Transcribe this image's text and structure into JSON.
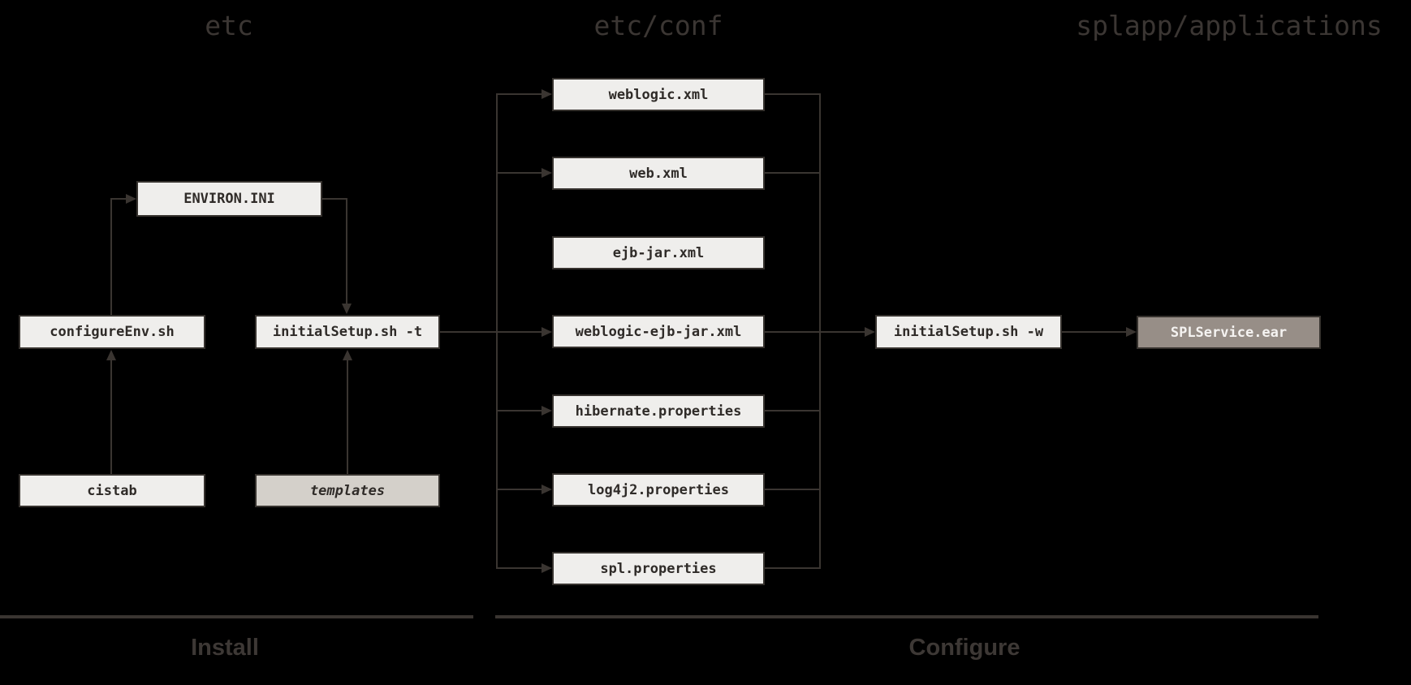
{
  "headers": {
    "etc": "etc",
    "etc_conf": "etc/conf",
    "splapp": "splapp/applications"
  },
  "nodes": {
    "environ_ini": "ENVIRON.INI",
    "configure_env": "configureEnv.sh",
    "initial_setup_t": "initialSetup.sh -t",
    "cistab": "cistab",
    "templates": "templates",
    "weblogic_xml": "weblogic.xml",
    "web_xml": "web.xml",
    "ejb_jar_xml": "ejb-jar.xml",
    "weblogic_ejb_jar_xml": "weblogic-ejb-jar.xml",
    "hibernate_properties": "hibernate.properties",
    "log4j2_properties": "log4j2.properties",
    "spl_properties": "spl.properties",
    "initial_setup_w": "initialSetup.sh -w",
    "splservice_ear": "SPLService.ear"
  },
  "sections": {
    "install": "Install",
    "configure": "Configure"
  },
  "colors": {
    "background": "#000000",
    "connector_line": "#3a3531",
    "header_text": "#3b3633",
    "node_fill_light": "#efeeec",
    "node_fill_dark": "#d4d0ca",
    "node_border": "#36322e",
    "node_text": "#2f2b28",
    "ear_fill": "#978e87",
    "ear_text": "#f5f3f1",
    "section_label_text": "#3d3835"
  }
}
